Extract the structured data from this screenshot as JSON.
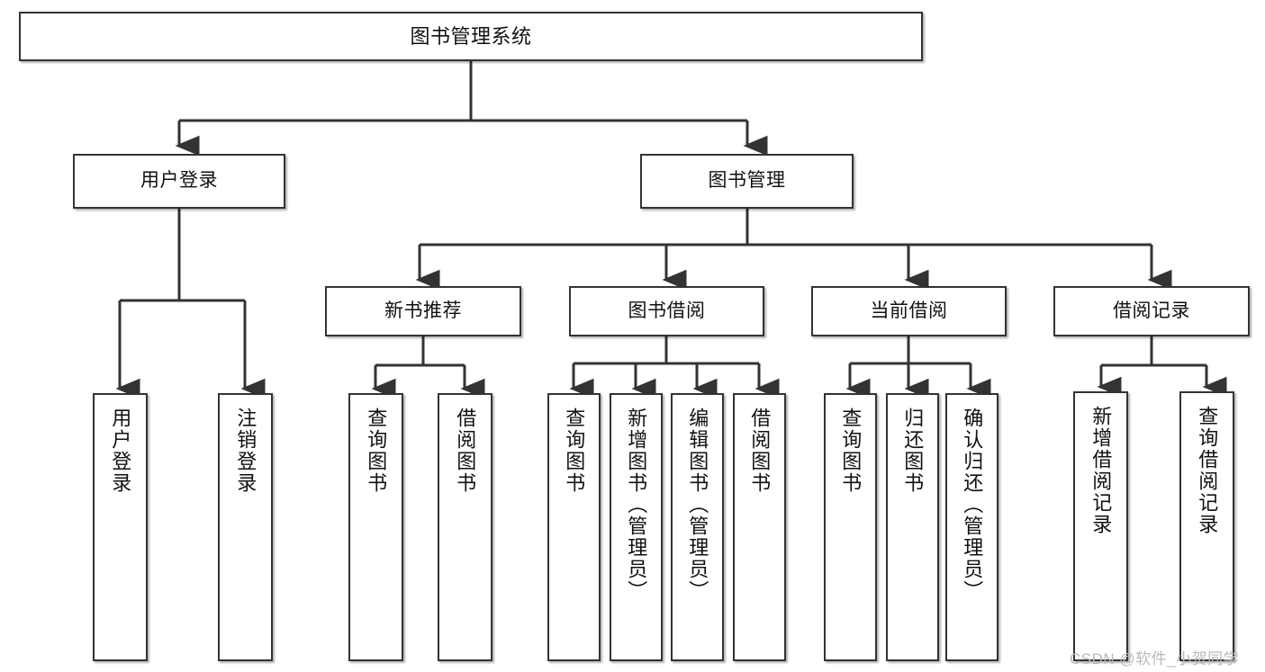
{
  "diagram": {
    "title": "图书管理系统",
    "type": "tree-hierarchy-chart",
    "root": {
      "label": "图书管理系统"
    },
    "level2": [
      {
        "label": "用户登录"
      },
      {
        "label": "图书管理"
      }
    ],
    "level3": [
      {
        "label": "新书推荐"
      },
      {
        "label": "图书借阅"
      },
      {
        "label": "当前借阅"
      },
      {
        "label": "借阅记录"
      }
    ],
    "leaves": {
      "user_login": [
        {
          "label": "用户登录"
        },
        {
          "label": "注销登录"
        }
      ],
      "new_book_recommend": [
        {
          "label": "查询图书"
        },
        {
          "label": "借阅图书"
        }
      ],
      "book_borrow": [
        {
          "label": "查询图书"
        },
        {
          "label": "新增图书（管理员）"
        },
        {
          "label": "编辑图书（管理员）"
        },
        {
          "label": "借阅图书"
        }
      ],
      "current_borrow": [
        {
          "label": "查询图书"
        },
        {
          "label": "归还图书"
        },
        {
          "label": "确认归还（管理员）"
        }
      ],
      "borrow_record": [
        {
          "label": "新增借阅记录"
        },
        {
          "label": "查询借阅记录"
        }
      ]
    }
  },
  "watermark": {
    "text": "CSDN @软件_小贺同学"
  },
  "colors": {
    "stroke": "#333333",
    "box_fill": "#ffffff",
    "text": "#111111",
    "watermark": "#b9b9b9"
  }
}
